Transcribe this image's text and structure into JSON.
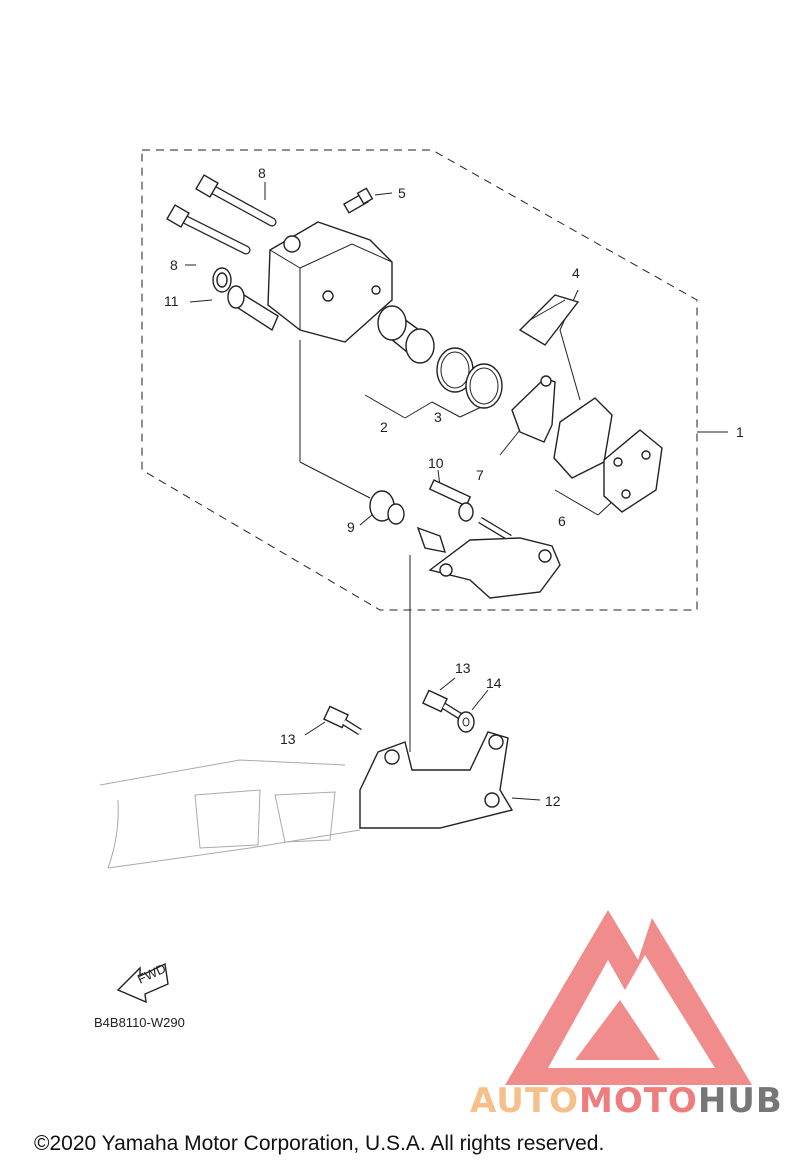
{
  "diagram": {
    "callouts": [
      "1",
      "2",
      "3",
      "4",
      "5",
      "6",
      "7",
      "8",
      "8",
      "9",
      "10",
      "11",
      "12",
      "13",
      "13",
      "14"
    ],
    "fwd_label": "FWD",
    "diagram_code": "B4B8110-W290"
  },
  "watermark": {
    "part1": "AUTO",
    "part2": "MOTO",
    "part3": "HUB",
    "colors": {
      "auto": "#f6c08a",
      "moto": "#f07d7d",
      "hub": "#777777",
      "logo": "#f08080"
    }
  },
  "footer": {
    "copyright": "©2020 Yamaha Motor Corporation, U.S.A. All rights reserved."
  }
}
